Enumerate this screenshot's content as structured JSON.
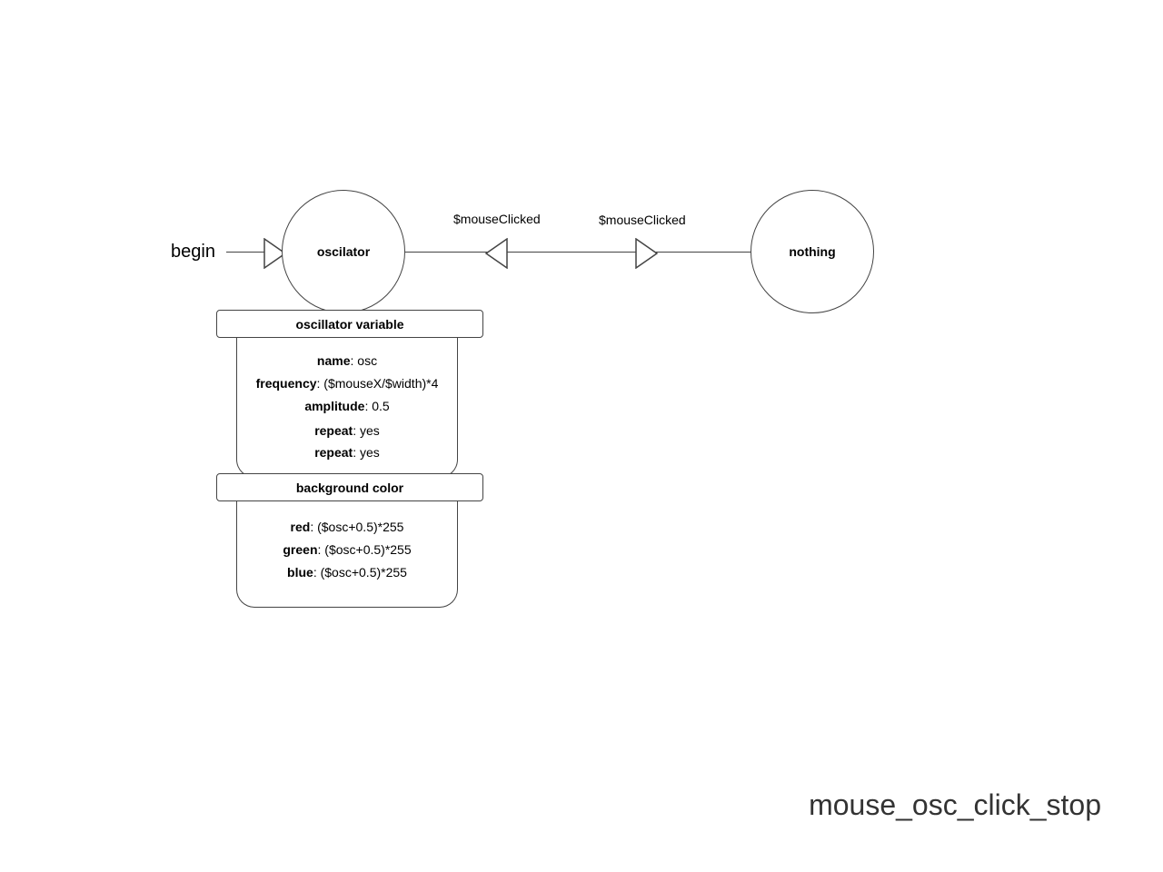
{
  "diagram": {
    "title": "mouse_osc_click_stop",
    "start": {
      "label": "begin"
    },
    "states": [
      {
        "id": "oscillator",
        "label": "oscilator"
      },
      {
        "id": "nothing",
        "label": "nothing"
      }
    ],
    "transitions": [
      {
        "from": "nothing",
        "to": "oscillator",
        "label": "$mouseClicked"
      },
      {
        "from": "oscillator",
        "to": "nothing",
        "label": "$mouseClicked"
      }
    ],
    "boxes": [
      {
        "title": "oscillator variable",
        "properties": [
          {
            "key": "name",
            "value": ": osc"
          },
          {
            "key": "frequency",
            "value": ": ($mouseX/$width)*4"
          },
          {
            "key": "amplitude",
            "value": ": 0.5"
          },
          {
            "key": "repeat",
            "value": ": yes"
          },
          {
            "key": "repeat",
            "value": ": yes"
          }
        ]
      },
      {
        "title": "background color",
        "properties": [
          {
            "key": "red",
            "value": ": ($osc+0.5)*255"
          },
          {
            "key": "green",
            "value": ": ($osc+0.5)*255"
          },
          {
            "key": "blue",
            "value": ": ($osc+0.5)*255"
          }
        ]
      }
    ]
  }
}
